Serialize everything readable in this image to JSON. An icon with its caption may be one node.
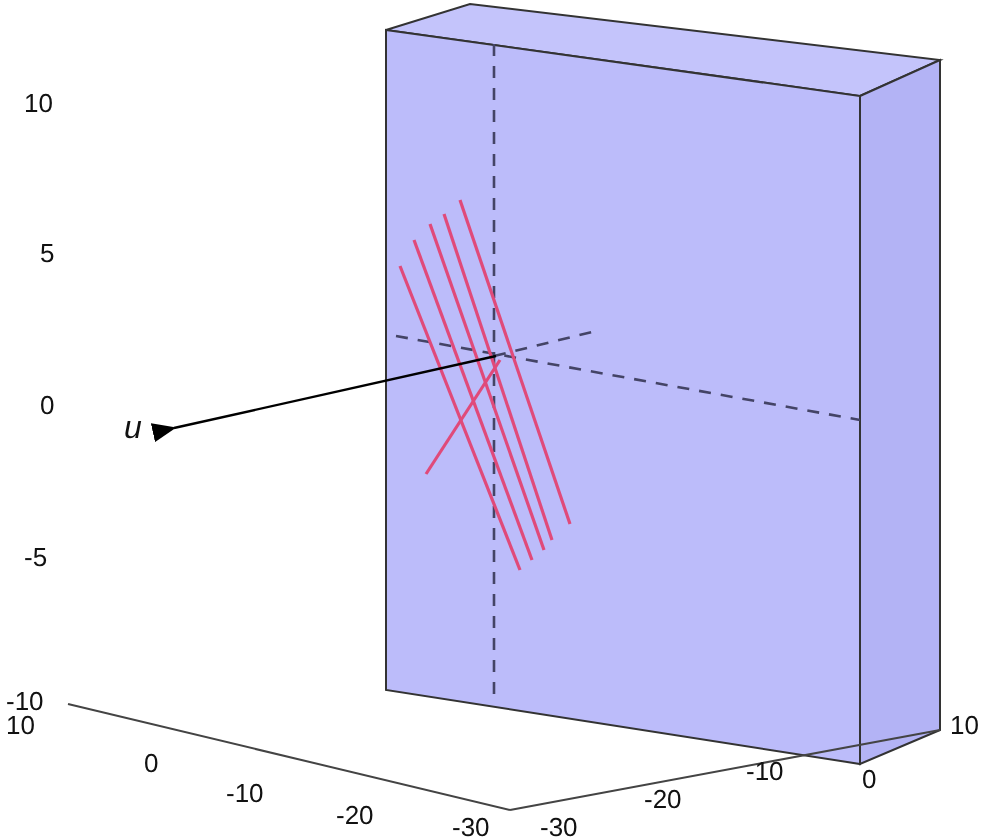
{
  "diagram": {
    "labels": [
      "10",
      "5",
      "0",
      "u",
      "-5",
      "-10",
      "10",
      "0",
      "-10",
      "-20",
      "-30",
      "-30",
      "-20",
      "-10",
      "0",
      "10"
    ]
  }
}
